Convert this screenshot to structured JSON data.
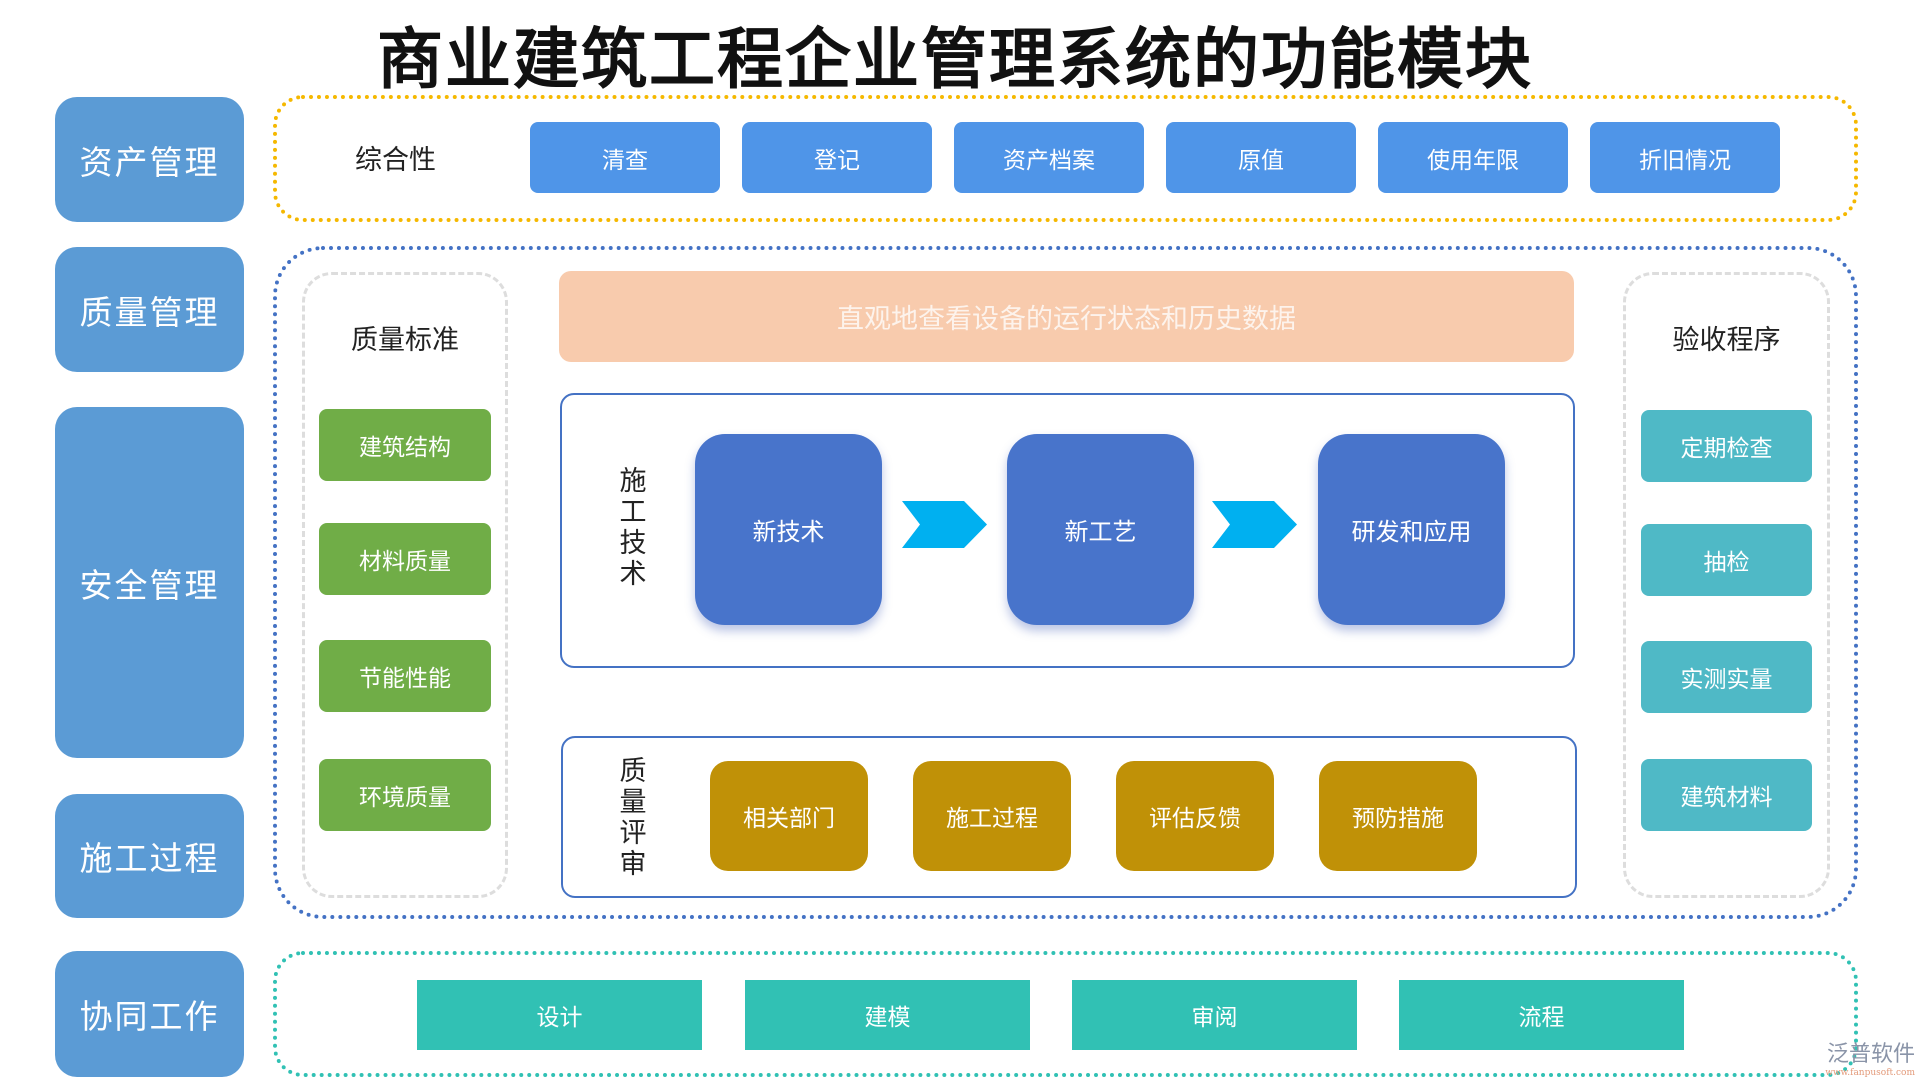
{
  "title": "商业建筑工程企业管理系统的功能模块",
  "sidebar": [
    "资产管理",
    "质量管理",
    "安全管理",
    "施工过程",
    "协同工作"
  ],
  "asset": {
    "label": "综合性",
    "items": [
      "清查",
      "登记",
      "资产档案",
      "原值",
      "使用年限",
      "折旧情况"
    ]
  },
  "quality_standard": {
    "title": "质量标准",
    "items": [
      "建筑结构",
      "材料质量",
      "节能性能",
      "环境质量"
    ]
  },
  "banner": "直观地查看设备的运行状态和历史数据",
  "tech": {
    "label": "施工技术",
    "items": [
      "新技术",
      "新工艺",
      "研发和应用"
    ]
  },
  "review": {
    "label": "质量评审",
    "items": [
      "相关部门",
      "施工过程",
      "评估反馈",
      "预防措施"
    ]
  },
  "acceptance": {
    "title": "验收程序",
    "items": [
      "定期检查",
      "抽检",
      "实测实量",
      "建筑材料"
    ]
  },
  "collab": {
    "items": [
      "设计",
      "建模",
      "审阅",
      "流程"
    ]
  },
  "watermark": {
    "name": "泛普软件",
    "url": "www.fanpusoft.com"
  },
  "colors": {
    "sidebar": "#5b9bd5",
    "asset_button": "#4f95e8",
    "green": "#70ad47",
    "teal": "#4fb9c6",
    "tech": "#4874cb",
    "arrow": "#00b0f0",
    "gold": "#c09107",
    "collab": "#31c1b4",
    "banner": "#f8cbad"
  }
}
